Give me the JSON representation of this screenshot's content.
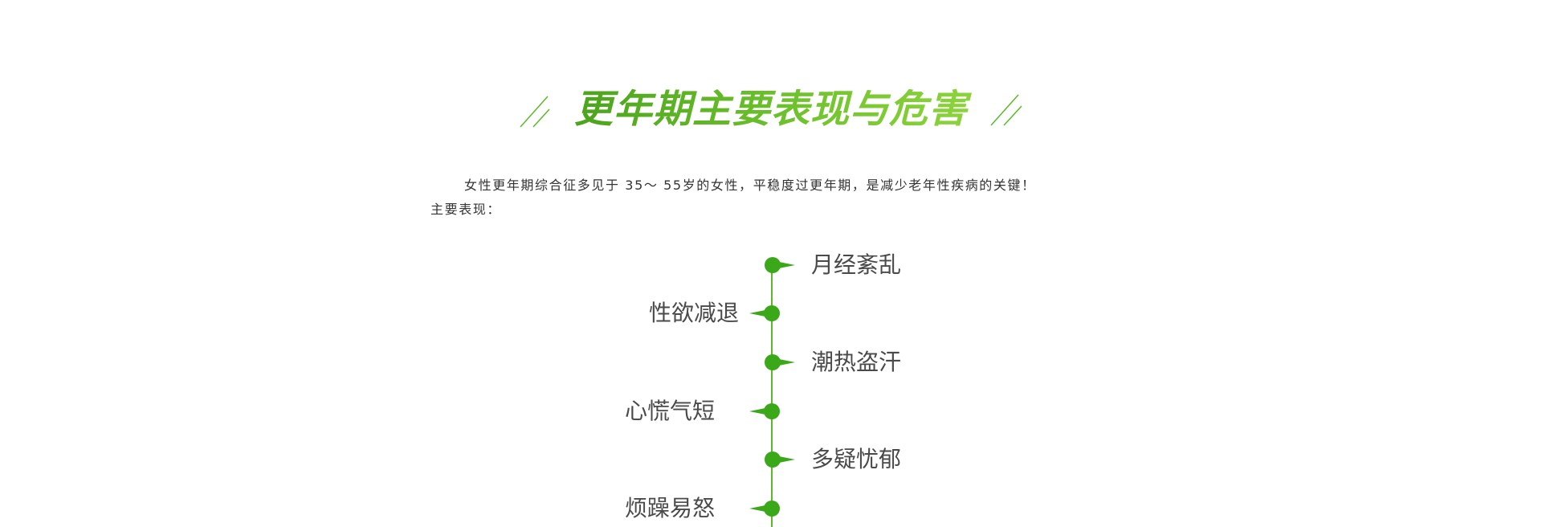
{
  "colors": {
    "accent_green": "#5cb82a",
    "title_gradient_start": "#4aa21c",
    "title_gradient_end": "#8ed43c",
    "text_dark": "#333333",
    "label_text": "#4a4a4a"
  },
  "header": {
    "title": "更年期主要表现与危害"
  },
  "intro": {
    "line1": "女性更年期综合征多见于 35～ 55岁的女性，平稳度过更年期，是减少老年性疾病的关键！",
    "line2": "主要表现："
  },
  "timeline": {
    "items": [
      {
        "label": "月经紊乱",
        "side": "right"
      },
      {
        "label": "性欲减退",
        "side": "left"
      },
      {
        "label": "潮热盗汗",
        "side": "right"
      },
      {
        "label": "心慌气短",
        "side": "left"
      },
      {
        "label": "多疑忧郁",
        "side": "right"
      },
      {
        "label": "烦躁易怒",
        "side": "left"
      }
    ]
  }
}
